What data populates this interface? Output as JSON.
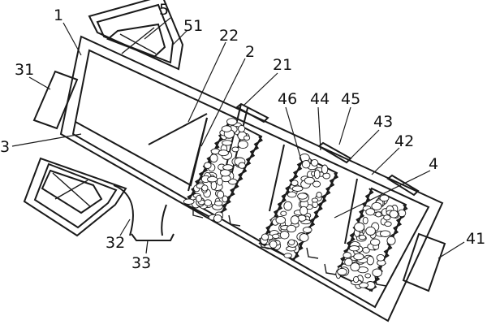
{
  "labels": {
    "l1": "1",
    "l5": "5",
    "l51": "51",
    "l22": "22",
    "l2": "2",
    "l21": "21",
    "l31": "31",
    "l3": "3",
    "l46": "46",
    "l44": "44",
    "l45": "45",
    "l43": "43",
    "l42": "42",
    "l4": "4",
    "l41": "41",
    "l32": "32",
    "l33": "33"
  },
  "colors": {
    "ink": "#1a1a1a",
    "background": "#ffffff"
  },
  "filter_beds": [
    {
      "name": "filter-bed-1"
    },
    {
      "name": "filter-bed-2"
    },
    {
      "name": "filter-bed-3"
    }
  ]
}
